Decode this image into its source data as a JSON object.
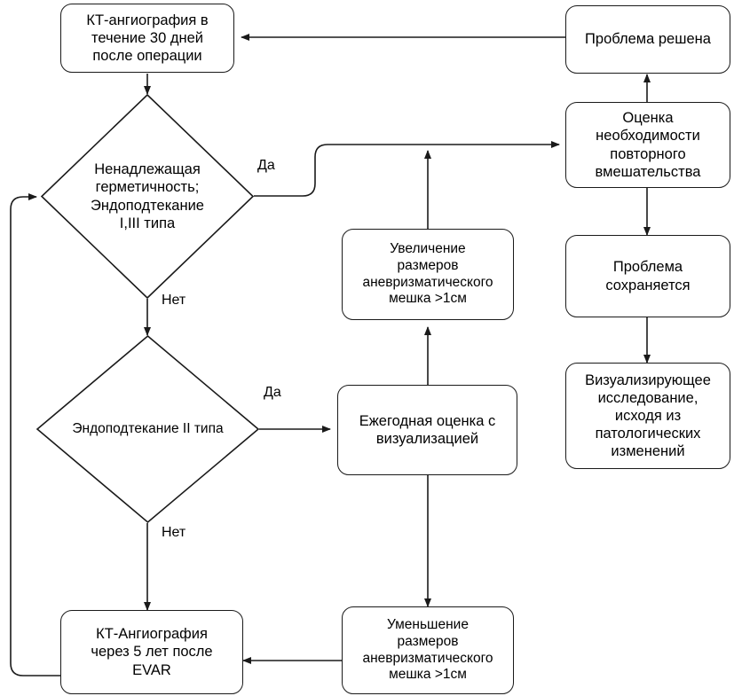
{
  "diagram": {
    "type": "flowchart",
    "title": "",
    "language": "ru",
    "colors": {
      "stroke": "#1a1a1a",
      "background": "#ffffff",
      "text": "#000000"
    },
    "nodes": {
      "ct_angio_30days": {
        "shape": "rounded-rect",
        "text": "КТ-ангиография в\nтечение 30 дней\nпосле операции"
      },
      "problem_solved": {
        "shape": "rounded-rect",
        "text": "Проблема решена"
      },
      "reintervention_assessment": {
        "shape": "rounded-rect",
        "text": "Оценка\nнеобходимости\nповторного\nвмешательства"
      },
      "problem_persists": {
        "shape": "rounded-rect",
        "text": "Проблема\nсохраняется"
      },
      "imaging_study": {
        "shape": "rounded-rect",
        "text": "Визуализирующее\nисследование,\nисходя из\nпатологических\nизменений"
      },
      "leak_decision": {
        "shape": "diamond",
        "text": "Ненадлежащая\nгерметичность;\nЭндоподтекание\nI,III типа"
      },
      "endoleak2_decision": {
        "shape": "diamond",
        "text": "Эндоподтекание II типа"
      },
      "sac_increase": {
        "shape": "rounded-rect",
        "text": "Увеличение\nразмеров\nаневризматического\nмешка >1см"
      },
      "annual_imaging": {
        "shape": "rounded-rect",
        "text": "Ежегодная оценка с\nвизуализацией"
      },
      "sac_decrease": {
        "shape": "rounded-rect",
        "text": "Уменьшение\nразмеров\nаневризматического\nмешка >1см"
      },
      "ct_angio_5years": {
        "shape": "rounded-rect",
        "text": "КТ-Ангиография\nчерез 5 лет после\nEVAR"
      }
    },
    "edge_labels": {
      "leak_yes": "Да",
      "leak_no": "Нет",
      "endoleak2_yes": "Да",
      "endoleak2_no": "Нет"
    },
    "edges": [
      {
        "from": "ct_angio_30days",
        "to": "leak_decision",
        "label": ""
      },
      {
        "from": "leak_decision",
        "to": "reintervention_assessment",
        "label": "Да"
      },
      {
        "from": "leak_decision",
        "to": "endoleak2_decision",
        "label": "Нет"
      },
      {
        "from": "endoleak2_decision",
        "to": "annual_imaging",
        "label": "Да"
      },
      {
        "from": "endoleak2_decision",
        "to": "ct_angio_5years",
        "label": "Нет"
      },
      {
        "from": "reintervention_assessment",
        "to": "problem_solved",
        "label": ""
      },
      {
        "from": "problem_solved",
        "to": "ct_angio_30days",
        "label": ""
      },
      {
        "from": "reintervention_assessment",
        "to": "problem_persists",
        "label": ""
      },
      {
        "from": "problem_persists",
        "to": "imaging_study",
        "label": ""
      },
      {
        "from": "annual_imaging",
        "to": "sac_increase",
        "label": ""
      },
      {
        "from": "sac_increase",
        "to": "reintervention_assessment",
        "label": ""
      },
      {
        "from": "annual_imaging",
        "to": "sac_decrease",
        "label": ""
      },
      {
        "from": "sac_decrease",
        "to": "ct_angio_5years",
        "label": ""
      },
      {
        "from": "ct_angio_5years",
        "to": "leak_decision",
        "label": ""
      }
    ]
  }
}
